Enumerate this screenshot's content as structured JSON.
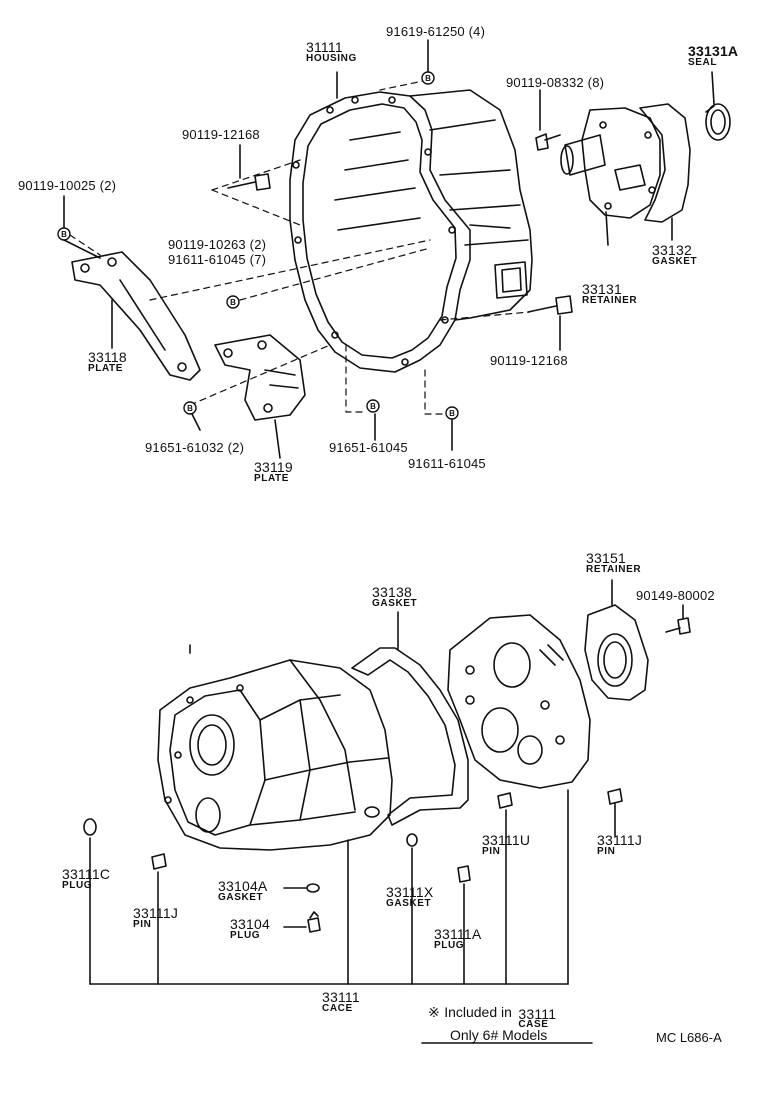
{
  "parts": {
    "housing": {
      "num": "31111",
      "name": "HOUSING"
    },
    "bolt_top": {
      "num": "91619-61250 (4)"
    },
    "seal": {
      "num": "33131A",
      "name": "SEAL"
    },
    "bolt_retainer": {
      "num": "90119-08332 (8)"
    },
    "bolt_12168_a": {
      "num": "90119-12168"
    },
    "bolt_10025": {
      "num": "90119-10025 (2)"
    },
    "bolt_10263": {
      "num": "90119-10263 (2)"
    },
    "bolt_61045_b": {
      "num": "91611-61045 (7)"
    },
    "gasket_33132": {
      "num": "33132",
      "name": "GASKET"
    },
    "retainer_33131": {
      "num": "33131",
      "name": "RETAINER"
    },
    "plate_33118": {
      "num": "33118",
      "name": "PLATE"
    },
    "bolt_12168_b": {
      "num": "90119-12168"
    },
    "bolt_61032": {
      "num": "91651-61032 (2)"
    },
    "plate_33119": {
      "num": "33119",
      "name": "PLATE"
    },
    "bolt_91651_61045": {
      "num": "91651-61045"
    },
    "bolt_91611_61045": {
      "num": "91611-61045"
    },
    "retainer_33151": {
      "num": "33151",
      "name": "RETAINER"
    },
    "gasket_33138": {
      "num": "33138",
      "name": "GASKET"
    },
    "bolt_80002": {
      "num": "90149-80002"
    },
    "plug_33111c": {
      "num": "33111C",
      "name": "PLUG"
    },
    "pin_33111j_left": {
      "num": "33111J",
      "name": "PIN"
    },
    "gasket_33104a": {
      "num": "33104A",
      "name": "GASKET"
    },
    "plug_33104": {
      "num": "33104",
      "name": "PLUG"
    },
    "gasket_33111x": {
      "num": "33111X",
      "name": "GASKET"
    },
    "plug_33111a": {
      "num": "33111A",
      "name": "PLUG"
    },
    "pin_33111u": {
      "num": "33111U",
      "name": "PIN"
    },
    "pin_33111j_right": {
      "num": "33111J",
      "name": "PIN"
    },
    "case_33111": {
      "num": "33111",
      "name": "CACE"
    }
  },
  "note": {
    "symbol": "※",
    "text": "Included in",
    "ref_num": "33111",
    "ref_name": "CASE",
    "models": "Only 6# Models"
  },
  "bolt_marker": "B",
  "ref_code": "MC L686-A"
}
